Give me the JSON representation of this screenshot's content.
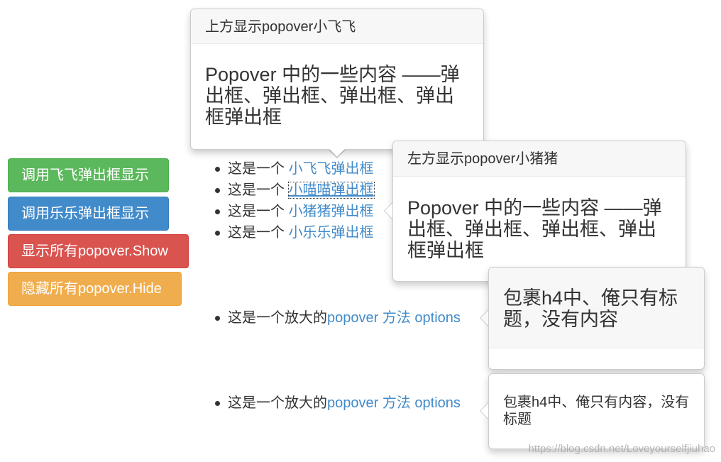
{
  "buttons": {
    "call_feifei": "调用飞飞弹出框显示",
    "call_lele": "调用乐乐弹出框显示",
    "show_all": "显示所有popover.Show",
    "hide_all": "隐藏所有popover.Hide"
  },
  "list": {
    "prefix": "这是一个",
    "items": [
      {
        "link": "小飞飞弹出框"
      },
      {
        "link": "小喵喵弹出框"
      },
      {
        "link": "小猪猪弹出框"
      },
      {
        "link": "小乐乐弹出框"
      }
    ]
  },
  "enlarged_items": {
    "prefix": "这是一个放大的",
    "item1_link": "popover 方法 options",
    "item2_link": "popover 方法 options"
  },
  "popovers": {
    "top": {
      "title": "上方显示popover小飞飞",
      "content": "Popover 中的一些内容 ——弹出框、弹出框、弹出框、弹出框弹出框"
    },
    "left": {
      "title": "左方显示popover小猪猪",
      "content": "Popover 中的一些内容 ——弹出框、弹出框、弹出框、弹出框弹出框"
    },
    "title_only": {
      "title": "包裹h4中、俺只有标题，没有内容"
    },
    "content_only": {
      "content": "包裹h4中、俺只有内容，没有标题"
    }
  },
  "watermark": "https://blog.csdn.net/Loveyourselfjiuhao",
  "colors": {
    "success": "#5cb85c",
    "primary": "#428bca",
    "danger": "#d9534f",
    "warning": "#f0ad4e",
    "link": "#428bca"
  }
}
